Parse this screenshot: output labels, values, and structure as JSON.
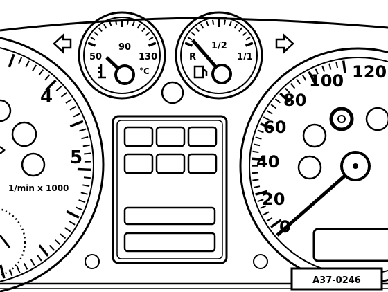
{
  "colors": {
    "ink": "#000000",
    "paper": "#ffffff"
  },
  "temp_gauge": {
    "labels": [
      "50",
      "90",
      "130"
    ],
    "unit": "°C",
    "icon": "coolant-temperature-icon"
  },
  "fuel_gauge": {
    "labels": [
      "R",
      "1/2",
      "1/1"
    ],
    "icon": "fuel-pump-icon"
  },
  "tachometer": {
    "labels": [
      "4",
      "5"
    ],
    "unit_text": "1/min x 1000"
  },
  "speedometer": {
    "labels": [
      "0",
      "20",
      "40",
      "60",
      "80",
      "100",
      "120"
    ]
  },
  "turn_signals": {
    "left_icon": "turn-left-arrow-icon",
    "right_icon": "turn-right-arrow-icon"
  },
  "figure_code": "A37-0246"
}
